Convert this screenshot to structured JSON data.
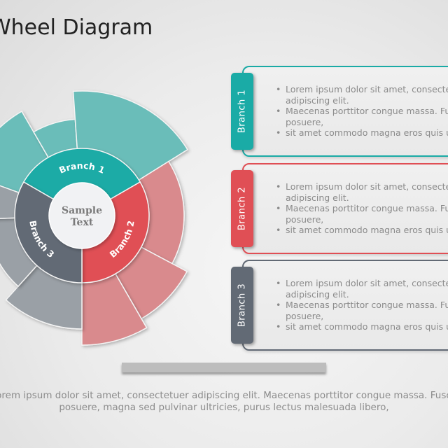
{
  "title": "Wheel Diagram",
  "center_label": [
    "Sample",
    "Text"
  ],
  "colors": {
    "branch1": "#1aaba6",
    "branch1_light": "#6bbdb9",
    "branch2": "#e04f55",
    "branch2_light": "#d98a8d",
    "branch3": "#626a75",
    "branch3_light": "#9aa0a6",
    "center": "#f1f2f4"
  },
  "wheel": {
    "branches": [
      {
        "label": "Branch 1",
        "color_key": "branch1"
      },
      {
        "label": "Branch 2",
        "color_key": "branch2"
      },
      {
        "label": "Branch 3",
        "color_key": "branch3"
      }
    ]
  },
  "cards": [
    {
      "tab_label": "Branch 1",
      "color": "#1aaba6",
      "bullets": [
        "Lorem ipsum dolor sit amet, consectetuer",
        "adipiscing  elit.",
        "Maecenas porttitor congue massa. Fusce",
        "posuere,",
        "sit amet commodo magna eros quis urna"
      ]
    },
    {
      "tab_label": "Branch 2",
      "color": "#e04f55",
      "bullets": [
        "Lorem ipsum dolor sit amet, consectetuer",
        "adipiscing  elit.",
        "Maecenas porttitor congue massa. Fusce",
        "posuere,",
        "sit amet commodo magna eros quis urna"
      ]
    },
    {
      "tab_label": "Branch 3",
      "color": "#626a75",
      "bullets": [
        "Lorem ipsum dolor sit amet, consectetuer",
        "adipiscing  elit.",
        "Maecenas porttitor congue massa. Fusce",
        "posuere,",
        "sit amet commodo magna eros quis urna"
      ]
    }
  ],
  "footer": [
    "Lorem ipsum dolor sit amet, consectetuer adipiscing elit. Maecenas porttitor congue massa. Fusce",
    "posuere, magna sed pulvinar ultricies, purus lectus malesuada libero,"
  ]
}
